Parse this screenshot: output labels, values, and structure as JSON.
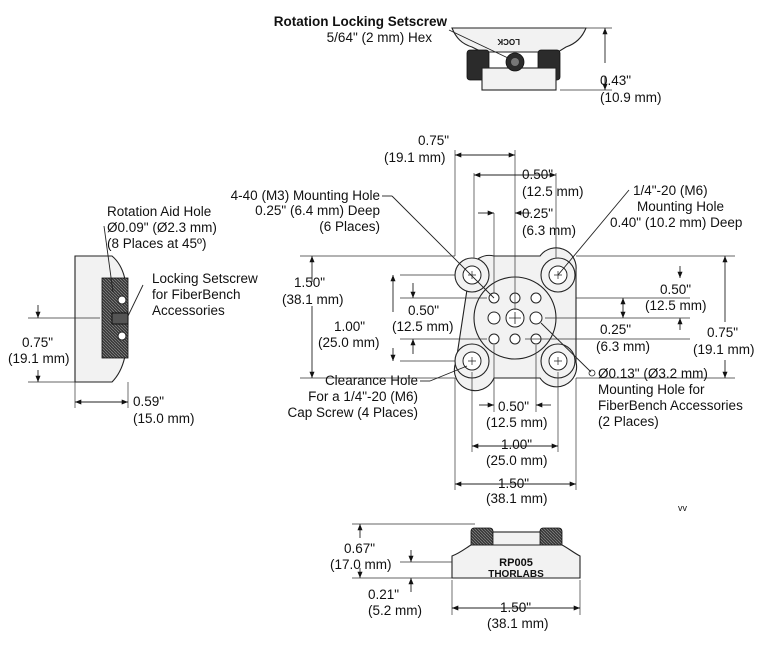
{
  "labels": {
    "top_setscrew_line1": "Rotation Locking Setscrew",
    "top_setscrew_line2": "5/64\" (2 mm) Hex",
    "lock_engraving": "LOCK",
    "top_height_in": "0.43\"",
    "top_height_mm": "(10.9 mm)",
    "front_075_in": "0.75\"",
    "front_075_mm": "(19.1 mm)",
    "front_050_in": "0.50\"",
    "front_050_mm": "(12.5 mm)",
    "front_025_in": "0.25\"",
    "front_025_mm": "(6.3 mm)",
    "hole440_line1": "4-40 (M3) Mounting Hole",
    "hole440_line2": "0.25\" (6.4 mm) Deep",
    "hole440_line3": "(6 Places)",
    "m6hole_line1": "1/4\"-20 (M6)",
    "m6hole_line2": "Mounting Hole",
    "m6hole_line3": "0.40\" (10.2 mm) Deep",
    "rotaid_line1": "Rotation Aid Hole",
    "rotaid_line2": "Ø0.09\" (Ø2.3 mm)",
    "rotaid_line3": "(8 Places at 45º)",
    "lockset_line1": "Locking Setscrew",
    "lockset_line2": "for FiberBench",
    "lockset_line3": "Accessories",
    "side_075_in": "0.75\"",
    "side_075_mm": "(19.1 mm)",
    "side_059_in": "0.59\"",
    "side_059_mm": "(15.0 mm)",
    "left_150_in": "1.50\"",
    "left_150_mm": "(38.1 mm)",
    "left_050_in": "0.50\"",
    "left_050_mm": "(12.5 mm)",
    "left_100_in": "1.00\"",
    "left_100_mm": "(25.0 mm)",
    "right_050_in": "0.50\"",
    "right_050_mm": "(12.5 mm)",
    "right_025_in": "0.25\"",
    "right_025_mm": "(6.3 mm)",
    "right_075_in": "0.75\"",
    "right_075_mm": "(19.1 mm)",
    "clear_line1": "Clearance Hole",
    "clear_line2": "For a 1/4\"-20 (M6)",
    "clear_line3": "Cap Screw (4 Places)",
    "fb_hole_line1": "Ø0.13\" (Ø3.2 mm)",
    "fb_hole_line2": "Mounting Hole for",
    "fb_hole_line3": "FiberBench Accessories",
    "fb_hole_line4": "(2 Places)",
    "bot_050_in": "0.50\"",
    "bot_050_mm": "(12.5 mm)",
    "bot_100_in": "1.00\"",
    "bot_100_mm": "(25.0 mm)",
    "bot_150_in": "1.50\"",
    "bot_150_mm": "(38.1 mm)",
    "vv_mark": "vv",
    "side_067_in": "0.67\"",
    "side_067_mm": "(17.0 mm)",
    "side_021_in": "0.21\"",
    "side_021_mm": "(5.2 mm)",
    "bottom_150_in": "1.50\"",
    "bottom_150_mm": "(38.1 mm)",
    "part_number": "RP005",
    "brand": "THORLABS"
  }
}
